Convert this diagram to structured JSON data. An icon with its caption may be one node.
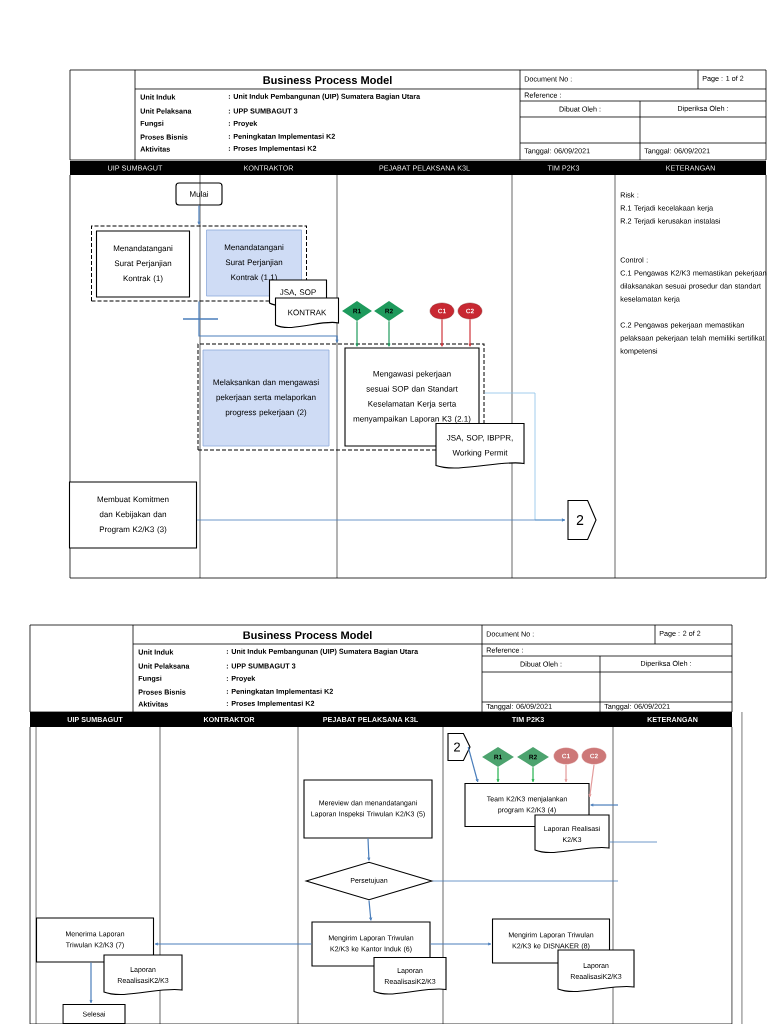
{
  "diagram": {
    "nodes": [
      {
        "text": [
          "Mulai"
        ]
      },
      {
        "text": [],
        "shape": "box"
      },
      {
        "text": [
          "Menandatangani Surat Perjanjian Kontrak (1)"
        ],
        "in": 1
      },
      {
        "text": [
          "Menandatangani Surat Perjanjian Kontrak (1.1)"
        ],
        "in": 1
      },
      {
        "text": [
          "JSA, SOP"
        ]
      },
      {
        "text": [
          "KONTRAK"
        ]
      },
      {
        "text": [
          "R1"
        ]
      },
      {
        "text": [
          "R2"
        ]
      },
      {
        "text": [
          "C1"
        ]
      },
      {
        "text": [
          "C2"
        ]
      },
      {
        "text": [],
        "shape": "box"
      },
      {
        "text": [
          "Melaksankan dan mengawasi pekerjaan serta melaporkan progress pekerjaan (2)"
        ],
        "in": 10
      },
      {
        "text": [
          "Mengawasi pekerjaan sesuai SOP dan Standart Keselamatan Kerja serta menyampaikan Laporan K3 (2.1)"
        ],
        "in": 10
      },
      {
        "text": [
          "JSA, SOP, IBPPR, Working Permit"
        ]
      },
      {
        "text": [
          "Membuat Komitmen dan Kebijakan dan Program K2/K3 (3)"
        ]
      },
      {
        "text": [
          "2"
        ]
      },
      {
        "text": [
          "2"
        ]
      },
      {
        "text": [
          "R1"
        ]
      },
      {
        "text": [
          "R2"
        ]
      },
      {
        "text": [
          "C1"
        ]
      },
      {
        "text": [
          "C2"
        ]
      },
      {
        "text": [
          "Mereview dan menandatangani Laporan Inspeksi Triwulan K2/K3 (5)"
        ]
      },
      {
        "text": [
          "Team K2/K3 menjalankan program K2/K3 (4)"
        ]
      },
      {
        "text": [
          "Laporan Realisasi K2/K3"
        ]
      },
      {
        "text": [
          "Persetujuan"
        ]
      },
      {
        "text": [
          "Menerima Laporan Triwulan K2/K3 (7)"
        ]
      },
      {
        "text": [
          "Laporan ReaalisasiK2/K3"
        ]
      },
      {
        "text": [
          "Mengirim Laporan Triwulan K2/K3 ke Kantor Induk (6)"
        ]
      },
      {
        "text": [
          "Laporan ReaalisasiK2/K3"
        ]
      },
      {
        "text": [
          "Mengirim Laporan Triwulan K2/K3 ke DISNAKER (8)"
        ]
      },
      {
        "text": [
          "Laporan ReaalisasiK2/K3"
        ]
      },
      {
        "text": [
          "Selesai"
        ]
      }
    ],
    "edges": [
      {
        "from": 0,
        "to": 1,
        "arrow": "to"
      },
      {
        "from": 1,
        "to": 10,
        "arrow": "to"
      },
      {
        "from": 6,
        "to": 12,
        "arrow": "to",
        "color": "#1e9a5c"
      },
      {
        "from": 7,
        "to": 12,
        "arrow": "to",
        "color": "#1e9a5c"
      },
      {
        "from": 8,
        "to": 12,
        "arrow": "to",
        "color": "#d0343a"
      },
      {
        "from": 9,
        "to": 12,
        "arrow": "to",
        "color": "#d0343a"
      },
      {
        "from": 10,
        "to": 15,
        "arrow": "to",
        "color": "#8cc0e8"
      },
      {
        "from": 14,
        "to": 15,
        "arrow": "to"
      },
      {
        "from": 16,
        "to": 22,
        "arrow": "to"
      },
      {
        "from": 17,
        "to": 22,
        "arrow": "to",
        "color": "#22b14c"
      },
      {
        "from": 18,
        "to": 22,
        "arrow": "to",
        "color": "#22b14c"
      },
      {
        "from": 19,
        "to": 22,
        "arrow": "to",
        "color": "#e39a9a"
      },
      {
        "from": 20,
        "to": 22,
        "arrow": "to",
        "color": "#e39a9a"
      },
      {
        "from": 21,
        "to": 24,
        "arrow": "to"
      },
      {
        "from": 24,
        "to": 27,
        "arrow": "to"
      },
      {
        "from": 27,
        "to": 25,
        "arrow": "to"
      },
      {
        "from": 27,
        "to": 29,
        "arrow": "to"
      },
      {
        "from": 25,
        "to": 31,
        "arrow": "to"
      },
      {
        "from": null,
        "to": 22,
        "arrow": "to"
      },
      {
        "from": 23,
        "to": null,
        "arrow": "none"
      },
      {
        "from": 24,
        "to": null,
        "arrow": "none"
      }
    ],
    "labels": [
      "Business Process Model",
      "Document No  :",
      "Page : 1 of 2",
      "Unit Induk",
      ": Unit Induk Pembangunan (UIP) Sumatera Bagian Utara",
      "Reference       :",
      "Unit Pelaksana",
      ": UPP SUMBAGUT 3",
      "Dibuat Oleh :",
      "Diperiksa Oleh :",
      "Fungsi",
      ": Proyek",
      "Proses Bisnis",
      ": Peningkatan Implementasi K2",
      "Aktivitas",
      ": Proses Implementasi K2",
      "Tanggal: 06/09/2021",
      "Tanggal: 06/09/2021",
      "UIP SUMBAGUT",
      "KONTRAKTOR",
      "PEJABAT PELAKSANA K3L",
      "TIM P2K3",
      "KETERANGAN",
      "Risk :",
      "R.1 Terjadi kecelakaan kerja",
      "R.2 Terjadi kerusakan instalasi",
      "Control :",
      "C.1 Pengawas K2/K3 memastikan pekerjaan dilaksanakan sesuai prosedur dan standart keselamatan kerja",
      "C.2 Pengawas pekerjaan memastikan pelaksaan pekerjaan telah memiliki sertifikat kompetensi",
      "Business Process Model",
      "Document No  :",
      "Page : 2 of 2",
      "Unit Induk",
      ": Unit Induk Pembangunan (UIP) Sumatera Bagian Utara",
      "Reference       :",
      "Unit Pelaksana",
      ": UPP SUMBAGUT 3",
      "Dibuat Oleh :",
      "Diperiksa Oleh :",
      "Fungsi",
      ": Proyek",
      "Proses Bisnis",
      ": Peningkatan Implementasi K2",
      "Aktivitas",
      ": Proses Implementasi K2",
      "Tanggal: 06/09/2021",
      "Tanggal: 06/09/2021",
      "UIP SUMBAGUT",
      "KONTRAKTOR",
      "PEJABAT PELAKSANA K3L",
      "TIM P2K3",
      "KETERANGAN"
    ]
  }
}
